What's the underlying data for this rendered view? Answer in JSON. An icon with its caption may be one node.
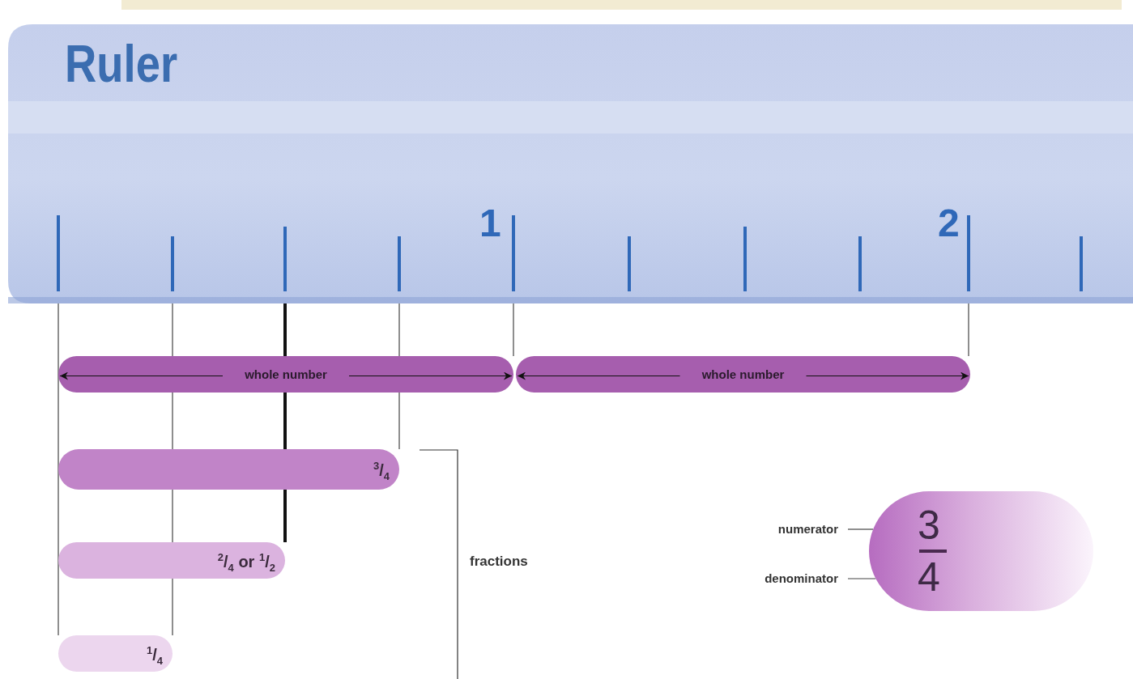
{
  "diagram": {
    "nodes": [
      {
        "text": [
          "Ruler",
          "1",
          "2"
        ]
      },
      {
        "text": [
          "whole number"
        ]
      },
      {
        "text": [
          "whole number"
        ]
      },
      {
        "text": [
          "$^{3}$/$_{4}$"
        ]
      },
      {
        "text": [
          "$^{2}$/$_{4}$ or $^{1}$/$_{2}$"
        ]
      },
      {
        "text": [
          "$^{1}$/$_{4}$"
        ]
      },
      {
        "text": [
          "numerator"
        ]
      },
      {
        "text": [
          "denominator"
        ]
      },
      {
        "text": [
          "3",
          "4"
        ]
      }
    ],
    "edges": [
      {
        "from": 6,
        "to": 8,
        "arrow": "none"
      },
      {
        "from": 7,
        "to": 8,
        "arrow": "none"
      },
      {
        "from": 0,
        "to": 5,
        "arrow": "none"
      },
      {
        "from": 0,
        "to": 5,
        "arrow": "none"
      },
      {
        "from": 0,
        "to": 4,
        "arrow": "none",
        "style": "thick"
      },
      {
        "from": 0,
        "to": 3,
        "arrow": "none"
      },
      {
        "from": 0,
        "to": 2,
        "arrow": "none"
      },
      {
        "from": 0,
        "to": 2,
        "arrow": "none"
      }
    ],
    "labels": [
      "fractions"
    ]
  }
}
